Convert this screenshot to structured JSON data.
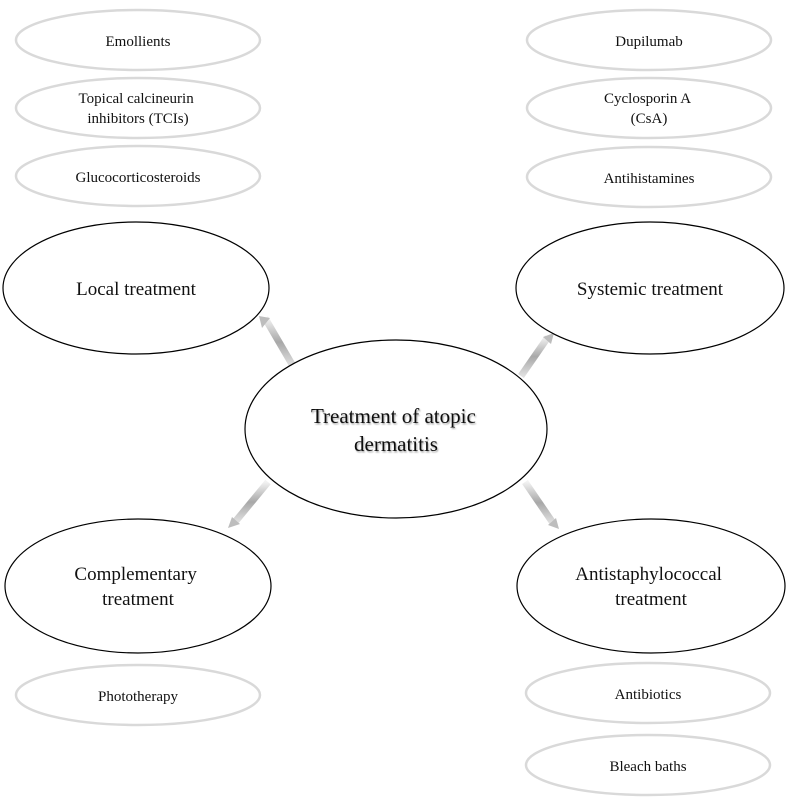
{
  "center": {
    "lines": [
      "Treatment of atopic",
      "dermatitis"
    ]
  },
  "branches": {
    "local": {
      "lines": [
        "Local treatment"
      ],
      "items": [
        [
          "Emollients"
        ],
        [
          "Topical calcineurin",
          "inhibitors (TCIs)"
        ],
        [
          "Glucocorticosteroids"
        ]
      ]
    },
    "systemic": {
      "lines": [
        "Systemic treatment"
      ],
      "items": [
        [
          "Dupilumab"
        ],
        [
          "Cyclosporin A",
          "(CsA)"
        ],
        [
          "Antihistamines"
        ]
      ]
    },
    "complementary": {
      "lines": [
        "Complementary",
        "treatment"
      ],
      "items": [
        [
          "Phototherapy"
        ]
      ]
    },
    "antistaphylococcal": {
      "lines": [
        "Antistaphylococcal",
        "treatment"
      ],
      "items": [
        [
          "Antibiotics"
        ],
        [
          "Bleach baths"
        ]
      ]
    }
  },
  "colors": {
    "main_outline": "#000000",
    "sub_outline": "#d9d9d9",
    "connector": "#b0b0b0"
  }
}
